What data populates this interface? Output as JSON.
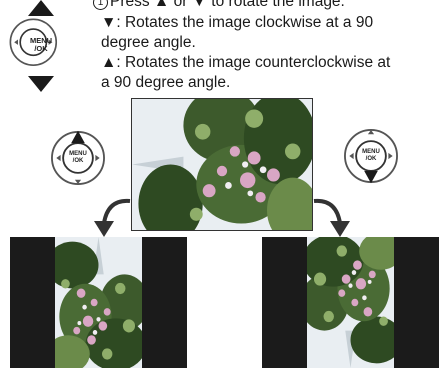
{
  "instructions": {
    "step_number": "1",
    "step_text": "Press ▲ or ▼ to rotate the image.",
    "down_symbol": "▼",
    "down_text": ": Rotates the image clockwise at a 90",
    "down_text_cont": "degree angle.",
    "up_symbol": "▲",
    "up_text": ": Rotates the image counterclockwise at",
    "up_text_cont": "a 90 degree angle."
  },
  "dpad": {
    "button_line1": "MENU",
    "button_line2": "/OK",
    "pressed_color": "#1a1a1a",
    "ring_color": "#555555"
  },
  "images": {
    "original": "photo-landscape",
    "counterclockwise_result": "photo-rotated-left",
    "clockwise_result": "photo-rotated-right"
  },
  "colors": {
    "foliage_dark": "#2e4a22",
    "foliage_light": "#8fae6a",
    "flower_pink": "#d9a6c4",
    "sky": "#e9eef2",
    "frame": "#1b1b1b"
  }
}
